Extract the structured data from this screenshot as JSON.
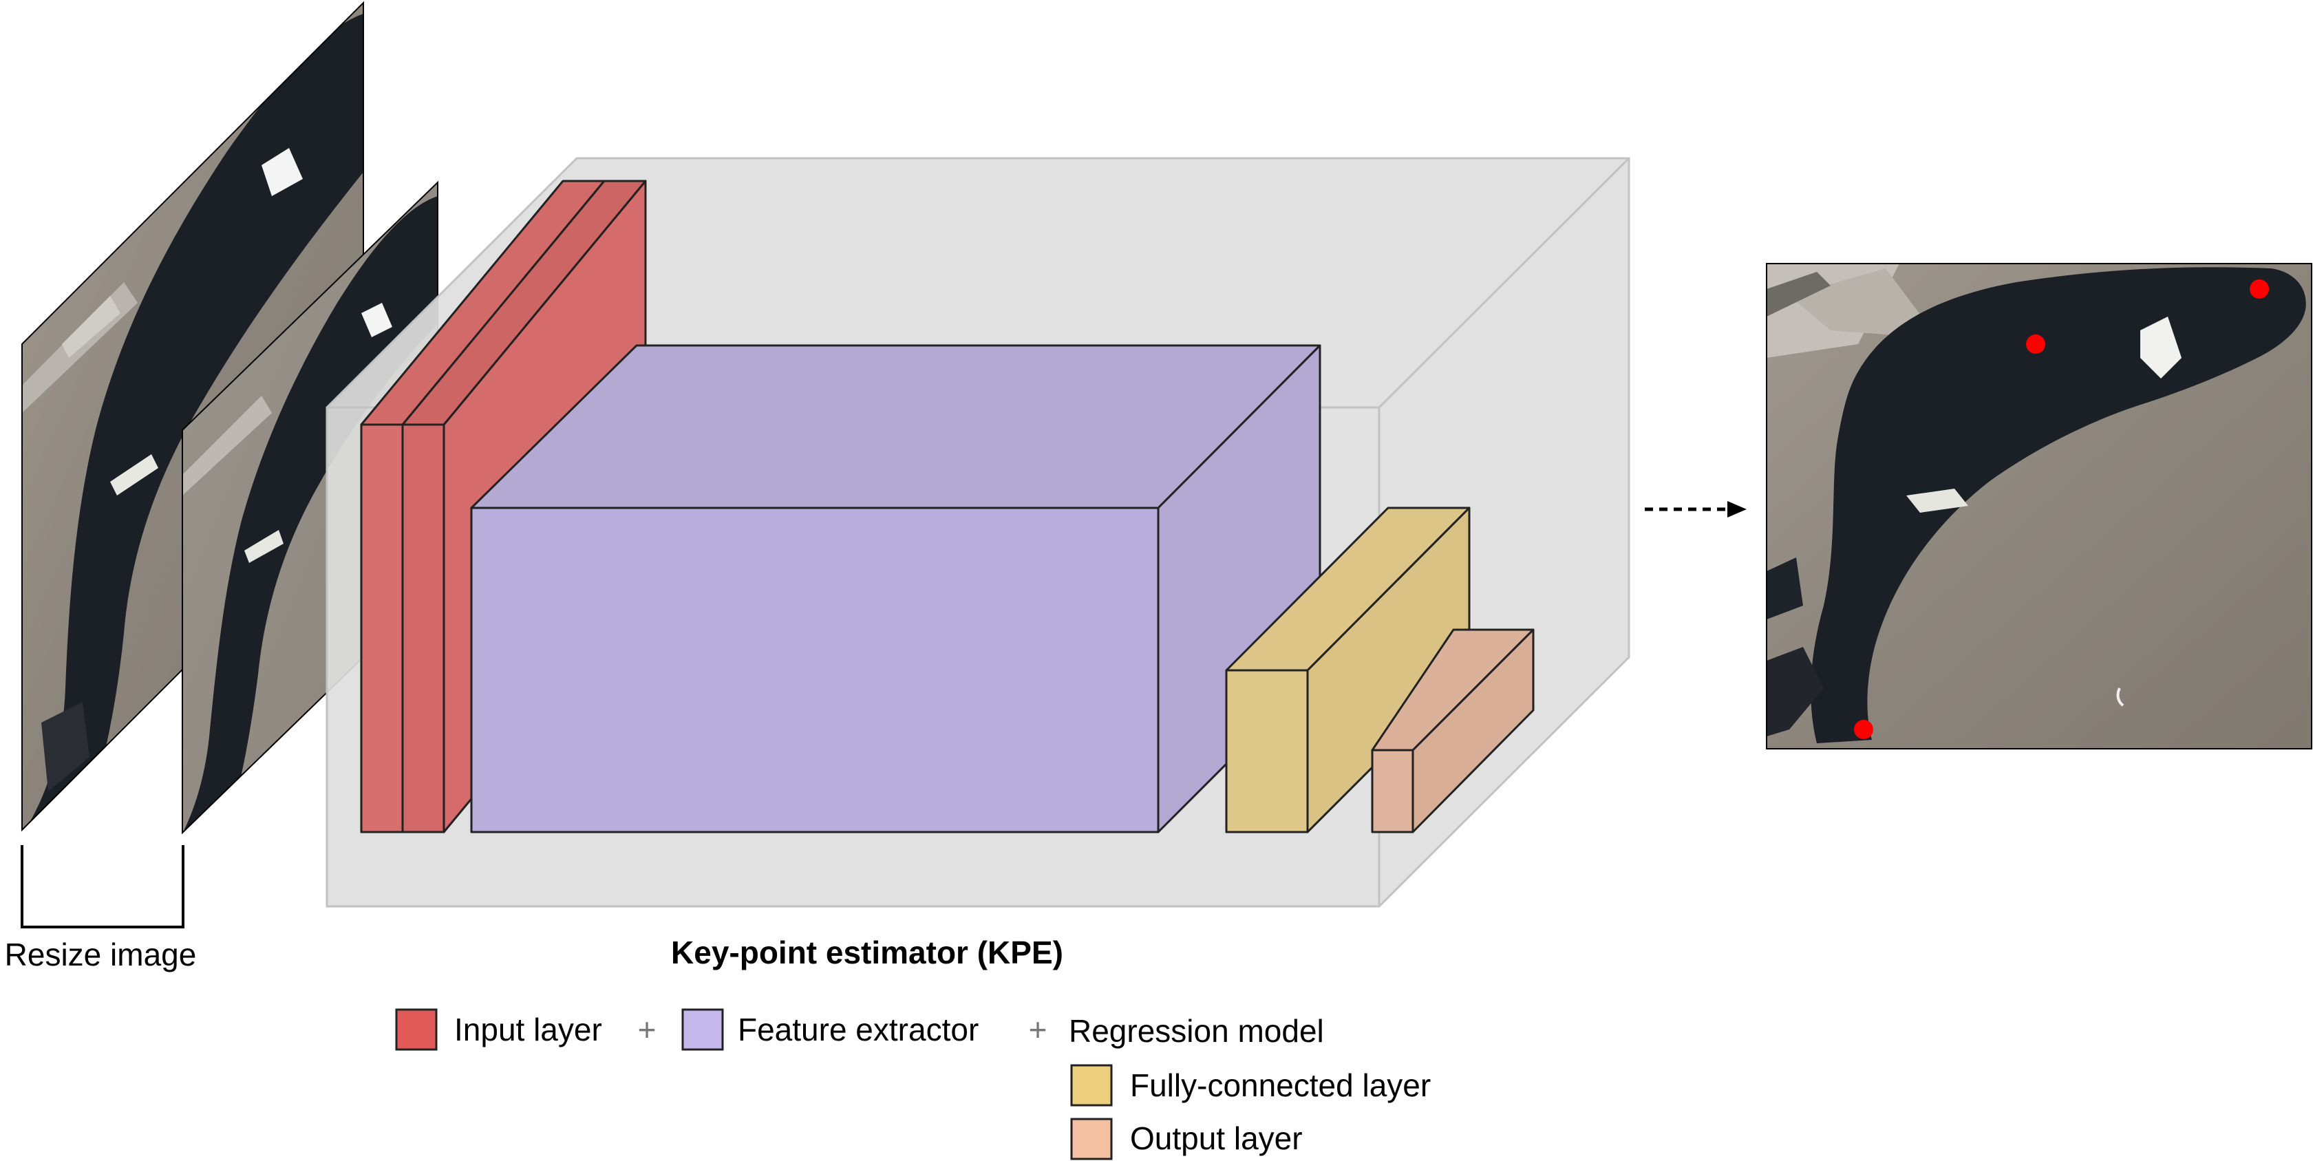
{
  "labels": {
    "resize_image": "Resize image",
    "kpe_title": "Key-point estimator (KPE)"
  },
  "legend": {
    "input_layer": "Input layer",
    "feature_extractor": "Feature extractor",
    "regression_model": "Regression model",
    "fully_connected_layer": "Fully-connected layer",
    "output_layer": "Output layer",
    "plus_symbol": "+"
  },
  "colors": {
    "input_layer": "#d66b6b",
    "feature_extractor": "#b7acd4",
    "fully_connected_layer": "#dcc587",
    "output_layer": "#deb39c",
    "container_box": "#dedede",
    "keypoint": "#ff0000",
    "cow_body": "#1b1f26",
    "floor": "#8d857b"
  },
  "icons": {
    "arrow": "dashed-arrow-right-icon",
    "keypoint": "red-dot-icon"
  }
}
